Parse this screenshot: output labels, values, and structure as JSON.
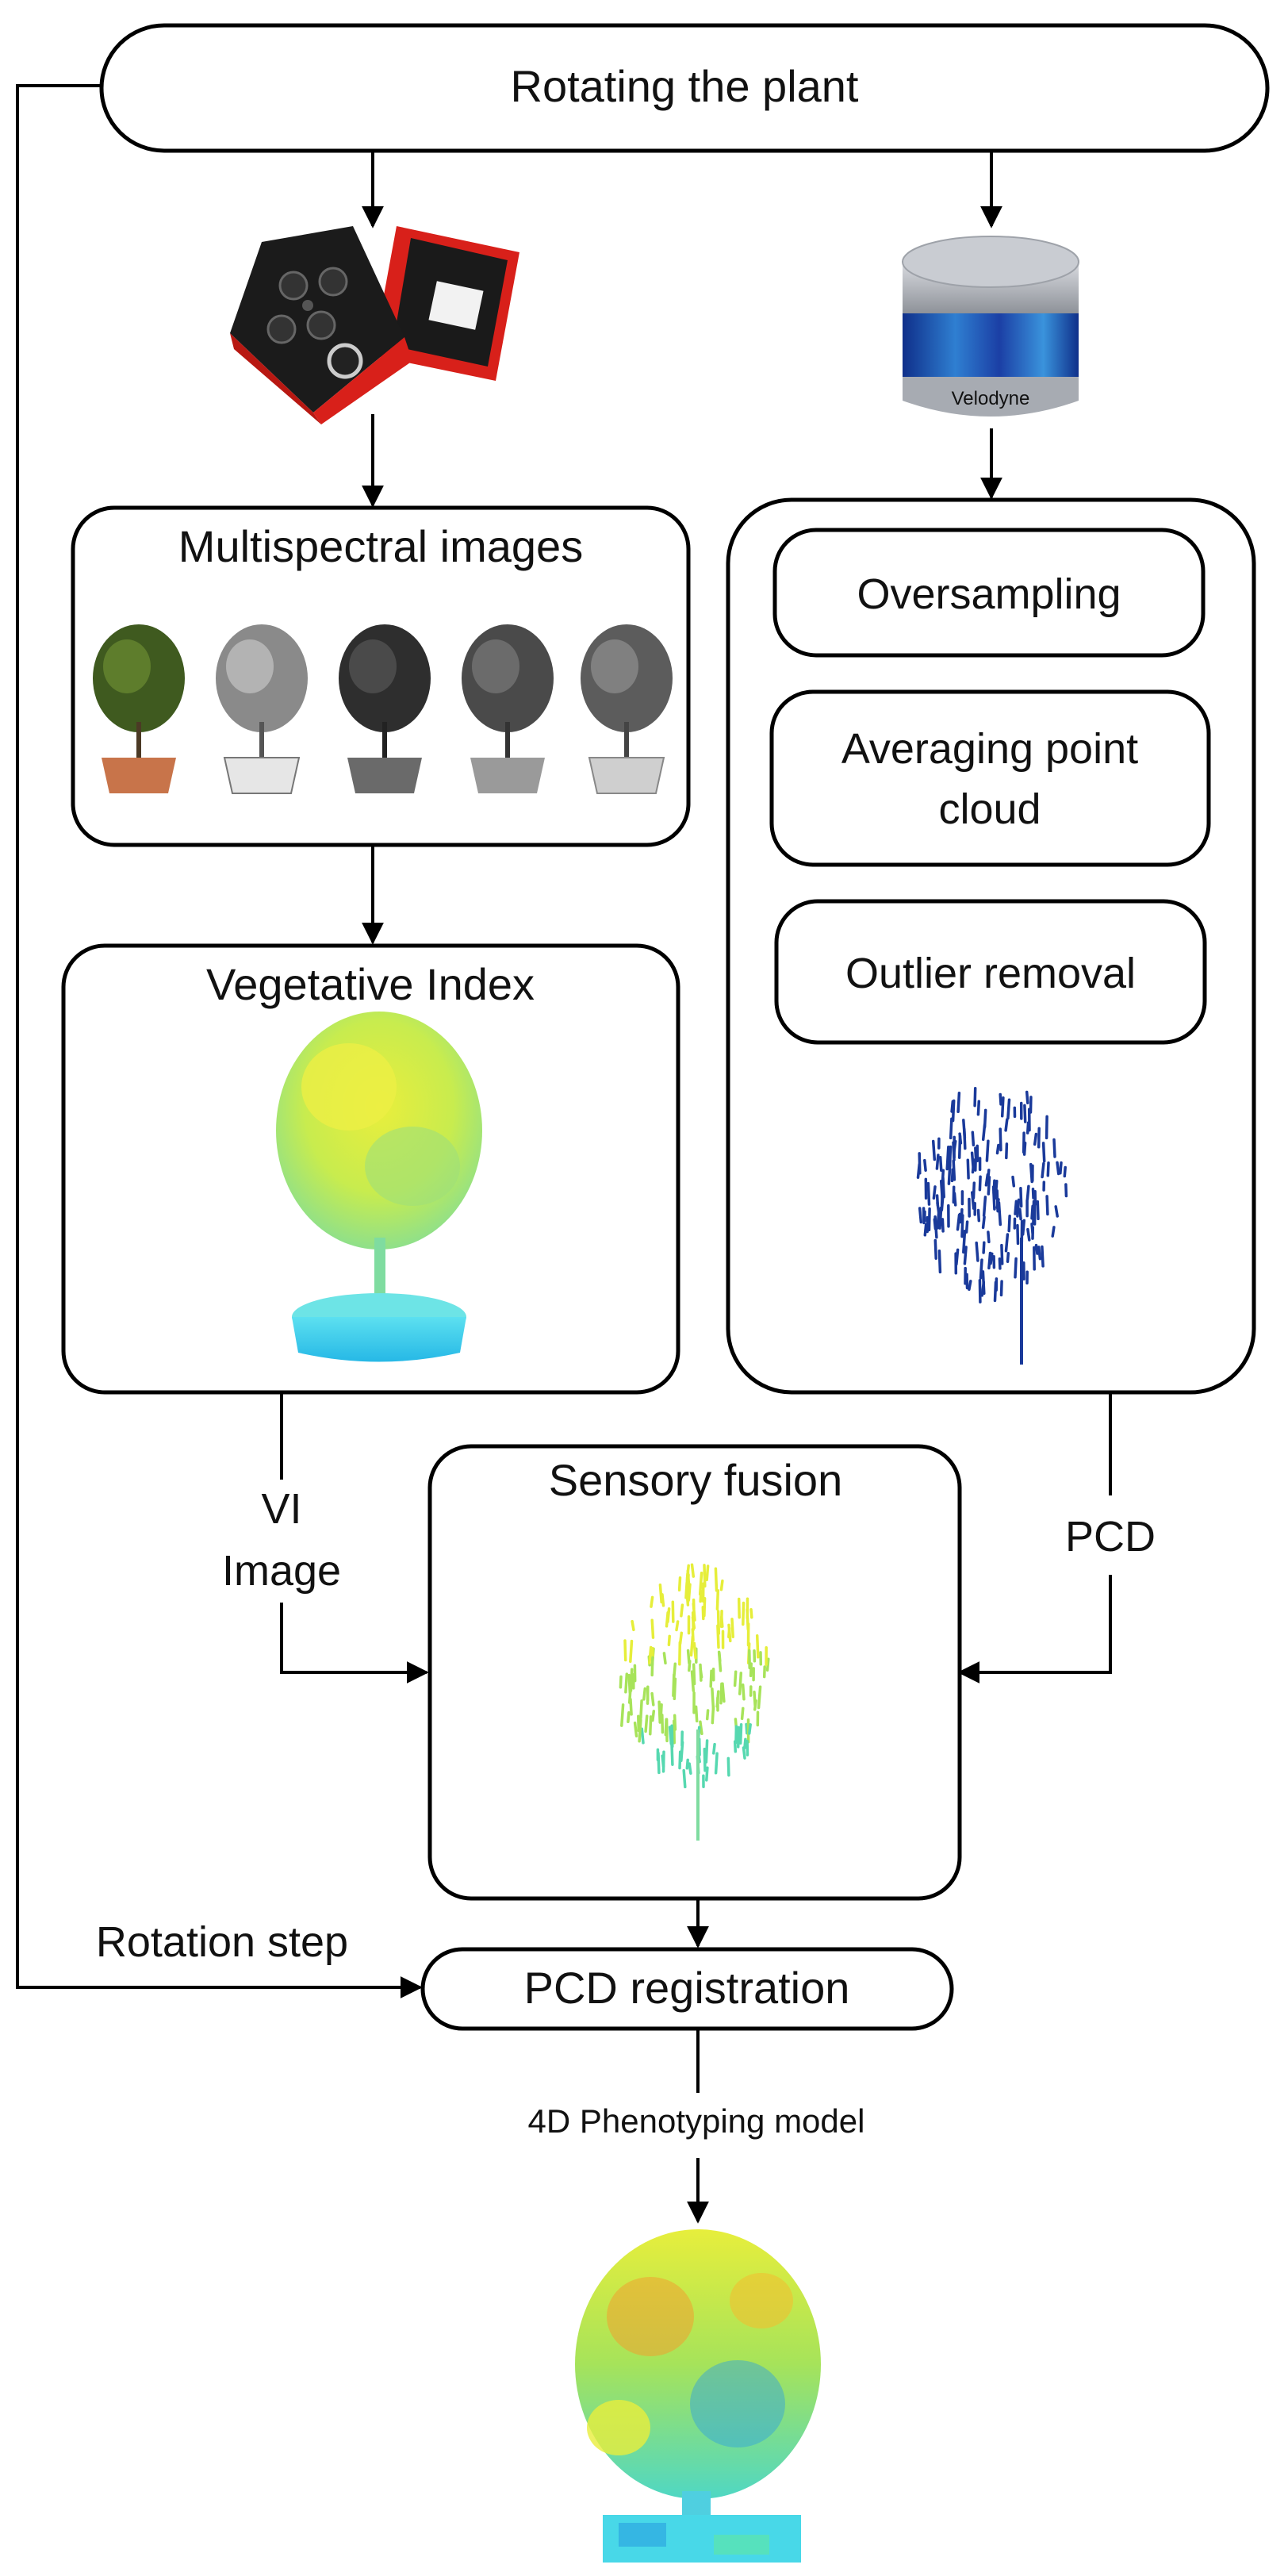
{
  "nodes": {
    "rotating": "Rotating the plant",
    "multispectral": "Multispectral images",
    "vegetative_index": "Vegetative Index",
    "oversampling": "Oversampling",
    "averaging_line1": "Averaging point",
    "averaging_line2": "cloud",
    "outlier": "Outlier removal",
    "sensory_fusion": "Sensory fusion",
    "pcd_registration": "PCD registration"
  },
  "edges": {
    "vi_line1": "VI",
    "vi_line2": "Image",
    "pcd": "PCD",
    "rotation_step": "Rotation step",
    "phenotyping": "4D Phenotyping model"
  },
  "devices": {
    "lidar_brand": "Velodyne"
  },
  "colors": {
    "camera_red": "#d8201a",
    "lidar_blue": "#1c48a8",
    "pointcloud_blue": "#1a3a9a",
    "vi_yellow": "#e6ee3a",
    "vi_cyan": "#3ed6e8"
  },
  "icons": [
    "multispectral-camera-icon",
    "lidar-sensor-icon",
    "plant-photo-icon",
    "point-cloud-icon"
  ]
}
